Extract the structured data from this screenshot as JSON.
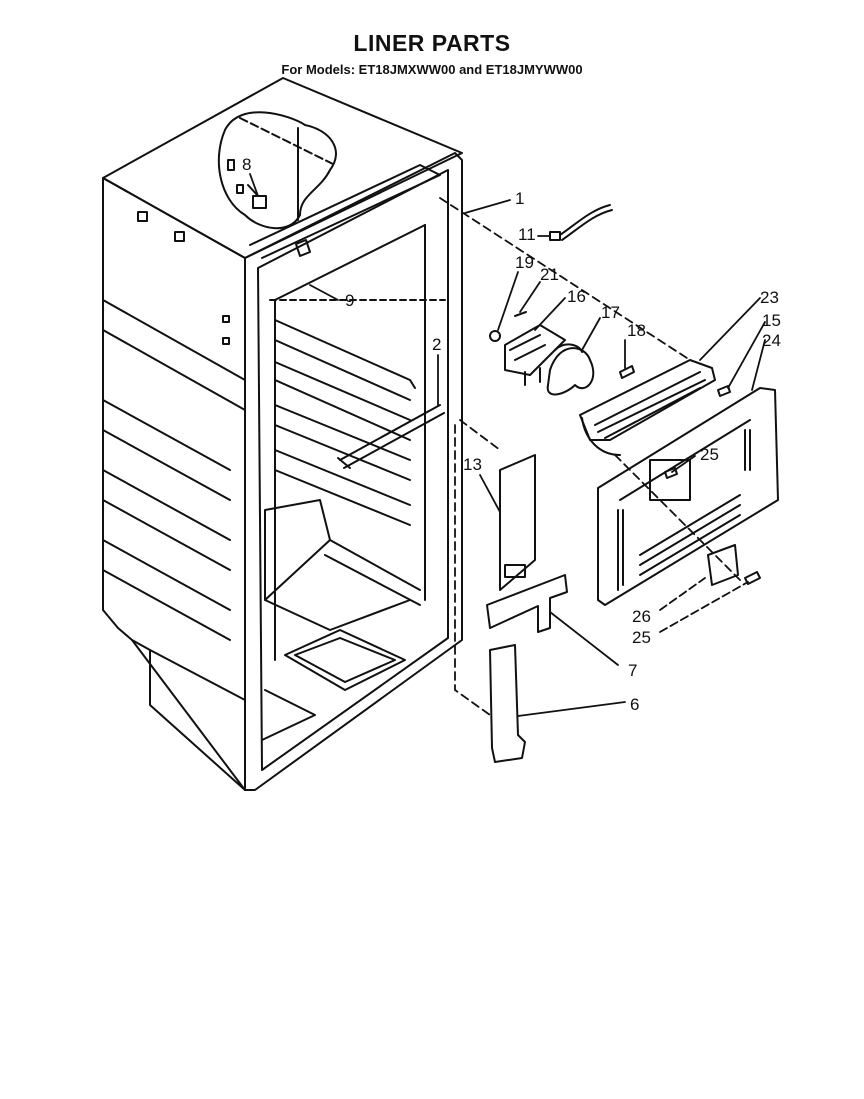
{
  "header": {
    "title": "LINER PARTS",
    "subtitle": "For Models: ET18JMXWW00 and ET18JMYWW00"
  },
  "diagram": {
    "kind": "exploded-parts-view",
    "line_color": "#111111",
    "background": "#ffffff",
    "callouts": {
      "c1": "1",
      "c2": "2",
      "c6": "6",
      "c7": "7",
      "c8": "8",
      "c9": "9",
      "c11": "11",
      "c13": "13",
      "c15": "15",
      "c16": "16",
      "c17": "17",
      "c18": "18",
      "c19": "19",
      "c21": "21",
      "c23": "23",
      "c24": "24",
      "c25a": "25",
      "c25b": "25",
      "c26": "26"
    }
  }
}
